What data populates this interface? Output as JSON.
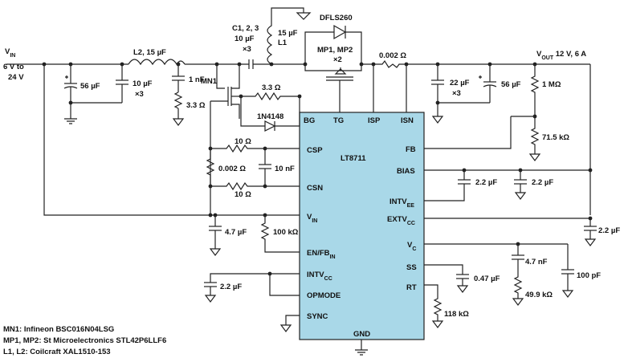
{
  "input": {
    "label": "V",
    "sub": "IN",
    "range1": "6 V to",
    "range2": "24 V"
  },
  "output": {
    "label": "V",
    "sub": "OUT",
    "spec": " 12 V, 6 A"
  },
  "ic": {
    "name": "LT8711",
    "pins": {
      "bg": "BG",
      "tg": "TG",
      "isp": "ISP",
      "isn": "ISN",
      "csp": "CSP",
      "csn": "CSN",
      "vin": "V",
      "vin_sub": "IN",
      "en": "EN/FB",
      "en_sub": "IN",
      "intvcc": "INTV",
      "intvcc_sub": "CC",
      "opmode": "OPMODE",
      "sync": "SYNC",
      "fb": "FB",
      "bias": "BIAS",
      "intvee": "INTV",
      "intvee_sub": "EE",
      "extvcc": "EXTV",
      "extvcc_sub": "CC",
      "vc": "V",
      "vc_sub": "C",
      "ss": "SS",
      "rt": "RT",
      "gnd": "GND"
    }
  },
  "components": {
    "c_in_bulk": "56 µF",
    "c_in_cer": "10 µF",
    "c_in_cer_x": "×3",
    "l2": "L2, 15 µF",
    "c_1nf": "1 nF",
    "r_3p3_snub": "3.3 Ω",
    "mn1": "MN1",
    "r_3p3_gate": "3.3 Ω",
    "diode_1n4148": "1N4148",
    "c123_a": "C1, 2, 3",
    "c123_b": "10 µF",
    "c123_c": "×3",
    "l1_a": "15 µF",
    "l1_b": "L1",
    "dfls": "DFLS260",
    "mp_a": "MP1, MP2",
    "mp_b": "×2",
    "r_sense_out": "0.002 Ω",
    "c_out_cer": "22 µF",
    "c_out_cer_x": "×3",
    "c_out_bulk": "56 µF",
    "r_1m": "1 MΩ",
    "r_71k5": "71.5 kΩ",
    "r_10_top": "10 Ω",
    "r_sense_in": "0.002 Ω",
    "c_10nf": "10 nF",
    "r_10_bot": "10 Ω",
    "c_4p7": "4.7 µF",
    "r_100k": "100 kΩ",
    "c_2p2_intvcc": "2.2 µF",
    "c_2p2_intvee_a": "2.2 µF",
    "c_2p2_intvee_b": "2.2 µF",
    "c_2p2_extvcc": "2.2 µF",
    "c_4n7": "4.7 nF",
    "r_49k9": "49.9 kΩ",
    "c_100pf": "100 pF",
    "c_0p47": "0.47 µF",
    "r_118k": "118 kΩ"
  },
  "notes": [
    "MN1: Infineon BSC016N04LSG",
    "MP1, MP2: St Microelectronics STL42P6LLF6",
    "L1, L2: Coilcraft XAL1510-153"
  ],
  "colors": {
    "ic_fill": "#a9d8e8",
    "wire": "#222222"
  }
}
